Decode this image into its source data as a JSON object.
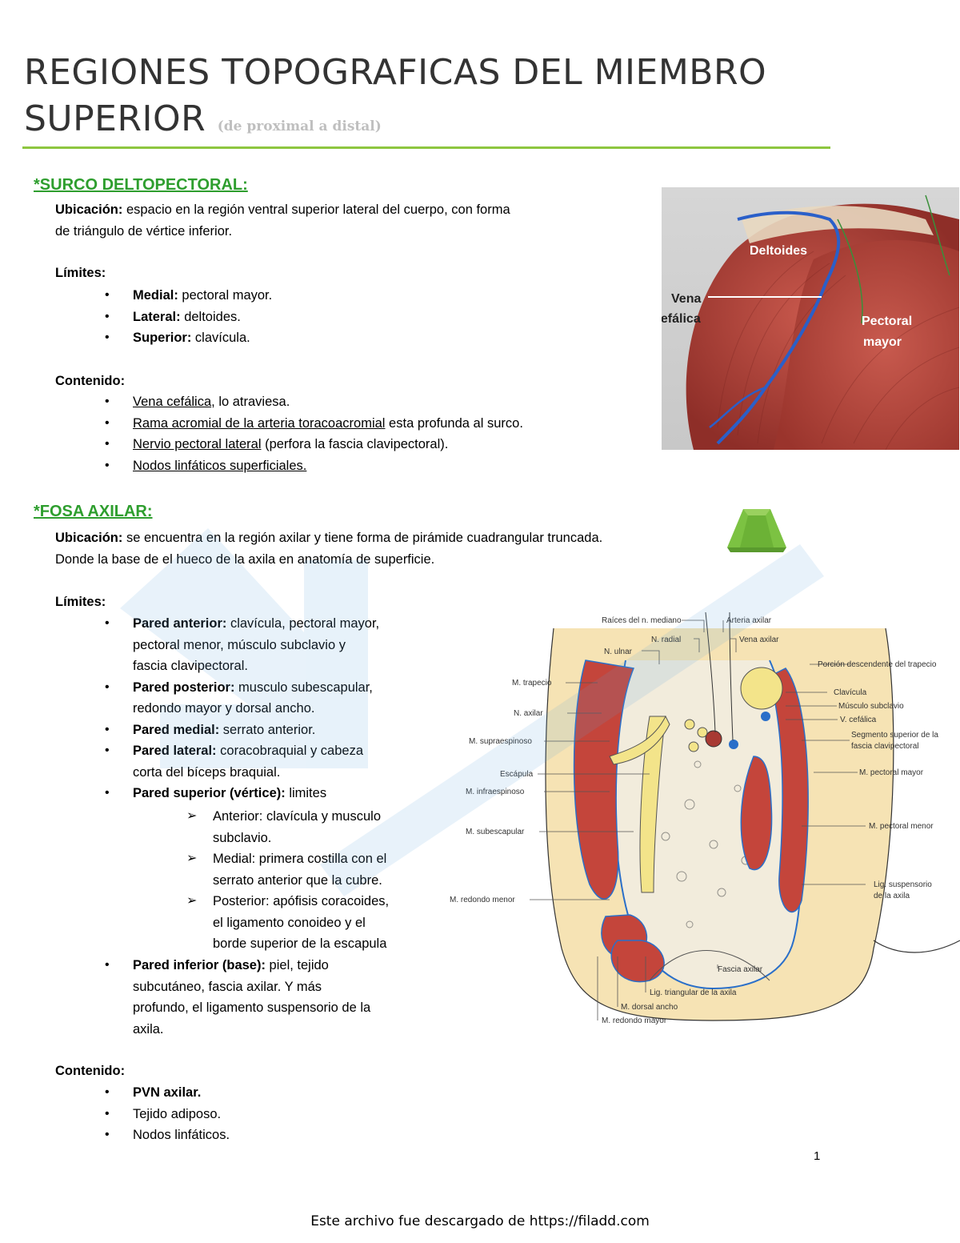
{
  "title": {
    "line1": "REGIONES TOPOGRAFICAS DEL MIEMBRO",
    "line2": "SUPERIOR",
    "subtitle": "(de proximal a distal)"
  },
  "surco": {
    "heading": "*SURCO DELTOPECTORAL:",
    "ubicacion_label": "Ubicación:",
    "ubicacion_text": " espacio en la región ventral superior lateral del cuerpo, con forma",
    "ubicacion_text2": "de triángulo de vértice inferior.",
    "limites_label": "Límites:",
    "limites": [
      {
        "label": "Medial:",
        "text": " pectoral mayor."
      },
      {
        "label": "Lateral:",
        "text": " deltoides."
      },
      {
        "label": "Superior:",
        "text": " clavícula."
      }
    ],
    "contenido_label": "Contenido:",
    "contenido": [
      {
        "u": "Vena cefálica",
        "text": ", lo atraviesa."
      },
      {
        "u": "Rama acromial de la arteria toracoacromial",
        "text": " esta profunda al surco."
      },
      {
        "u": "Nervio pectoral lateral",
        "text": " (perfora la fascia clavipectoral)."
      },
      {
        "u": "Nodos linfáticos superficiales.",
        "text": ""
      }
    ],
    "image_labels": {
      "deltoides": "Deltoides",
      "vena1": "Vena",
      "vena2": "cefálica",
      "pectoral1": "Pectoral",
      "pectoral2": "mayor"
    }
  },
  "fosa": {
    "heading": "*FOSA AXILAR:",
    "ubicacion_label": "Ubicación:",
    "ubicacion_text": " se encuentra en la región axilar y tiene forma de pirámide cuadrangular truncada.",
    "ubicacion_text2": "Donde la base de el hueco de la axila en anatomía de superficie.",
    "limites_label": "Límites:",
    "paredes": [
      {
        "label": "Pared anterior:",
        "lines": [
          " clavícula, pectoral mayor,",
          "pectoral menor, músculo subclavio y",
          "fascia clavipectoral."
        ]
      },
      {
        "label": "Pared posterior:",
        "lines": [
          " musculo subescapular,",
          "redondo mayor y dorsal ancho."
        ]
      },
      {
        "label": "Pared medial:",
        "lines": [
          " serrato anterior."
        ]
      },
      {
        "label": "Pared lateral:",
        "lines": [
          " coracobraquial y cabeza",
          "corta del bíceps braquial."
        ]
      },
      {
        "label": "Pared superior (vértice):",
        "lines": [
          " limites"
        ]
      }
    ],
    "vertice": [
      {
        "lines": [
          "Anterior: clavícula y musculo",
          "subclavio."
        ]
      },
      {
        "lines": [
          "Medial: primera costilla con el",
          "serrato anterior que la cubre."
        ]
      },
      {
        "lines": [
          "Posterior: apófisis coracoides,",
          "el ligamento conoideo y el",
          "borde superior de la escapula"
        ]
      }
    ],
    "base": {
      "label": "Pared inferior (base):",
      "lines": [
        " piel, tejido",
        "subcutáneo, fascia axilar. Y más",
        "profundo, el ligamento suspensorio de la",
        "axila."
      ]
    },
    "contenido_label": "Contenido:",
    "contenido": [
      "PVN axilar.",
      "Tejido adiposo.",
      "Nodos linfáticos."
    ]
  },
  "diagram_labels": {
    "raices": "Raíces del n. mediano",
    "arteria_axilar": "Arteria axilar",
    "n_radial": "N. radial",
    "vena_axilar": "Vena axilar",
    "n_ulnar": "N. ulnar",
    "porcion_trapecio": "Porción descendente del trapecio",
    "m_trapecio": "M. trapecio",
    "clavicula": "Clavícula",
    "n_axilar": "N. axilar",
    "musculo_subclavio": "Músculo subclavio",
    "v_cefalica": "V. cefálica",
    "m_supraespinoso": "M. supraespinoso",
    "segmento1": "Segmento superior de la",
    "segmento2": "fascia clavipectoral",
    "escapula": "Escápula",
    "m_pectoral_mayor": "M. pectoral mayor",
    "m_infraespinoso": "M. infraespinoso",
    "m_subescapular": "M. subescapular",
    "m_pectoral_menor": "M. pectoral menor",
    "lig_susp1": "Lig. suspensorio",
    "lig_susp2": "de la axila",
    "m_redondo_menor": "M. redondo menor",
    "fascia_axilar": "Fascia axilar",
    "lig_triangular": "Lig. triangular de la axila",
    "m_dorsal_ancho": "M. dorsal ancho",
    "m_redondo_mayor": "M. redondo mayor"
  },
  "page_number": "1",
  "footer": "Este archivo fue descargado de https://filadd.com",
  "colors": {
    "accent_green": "#8dc63f",
    "heading_green": "#2e9e2e",
    "muscle_red": "#b5473f",
    "vein_blue": "#2a5fc9"
  }
}
